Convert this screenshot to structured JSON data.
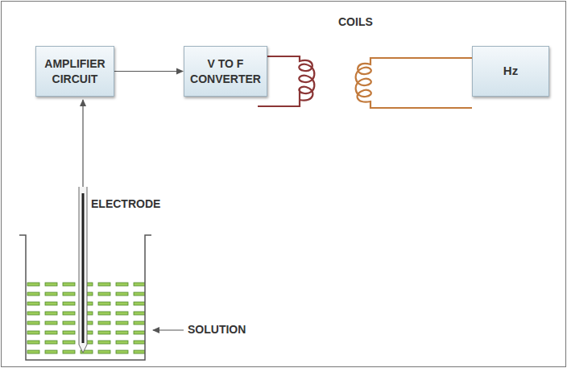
{
  "diagram": {
    "nodes": [
      {
        "text": [
          "AMPLIFIER CIRCUIT"
        ]
      },
      {
        "text": [
          "V TO F CONVERTER"
        ]
      },
      {
        "text": [
          "Hz"
        ]
      }
    ],
    "edges": [
      {
        "from": 0,
        "to": 1,
        "arrow": "to"
      }
    ],
    "labels": [
      "COILS",
      "ELECTRODE",
      "SOLUTION"
    ]
  }
}
